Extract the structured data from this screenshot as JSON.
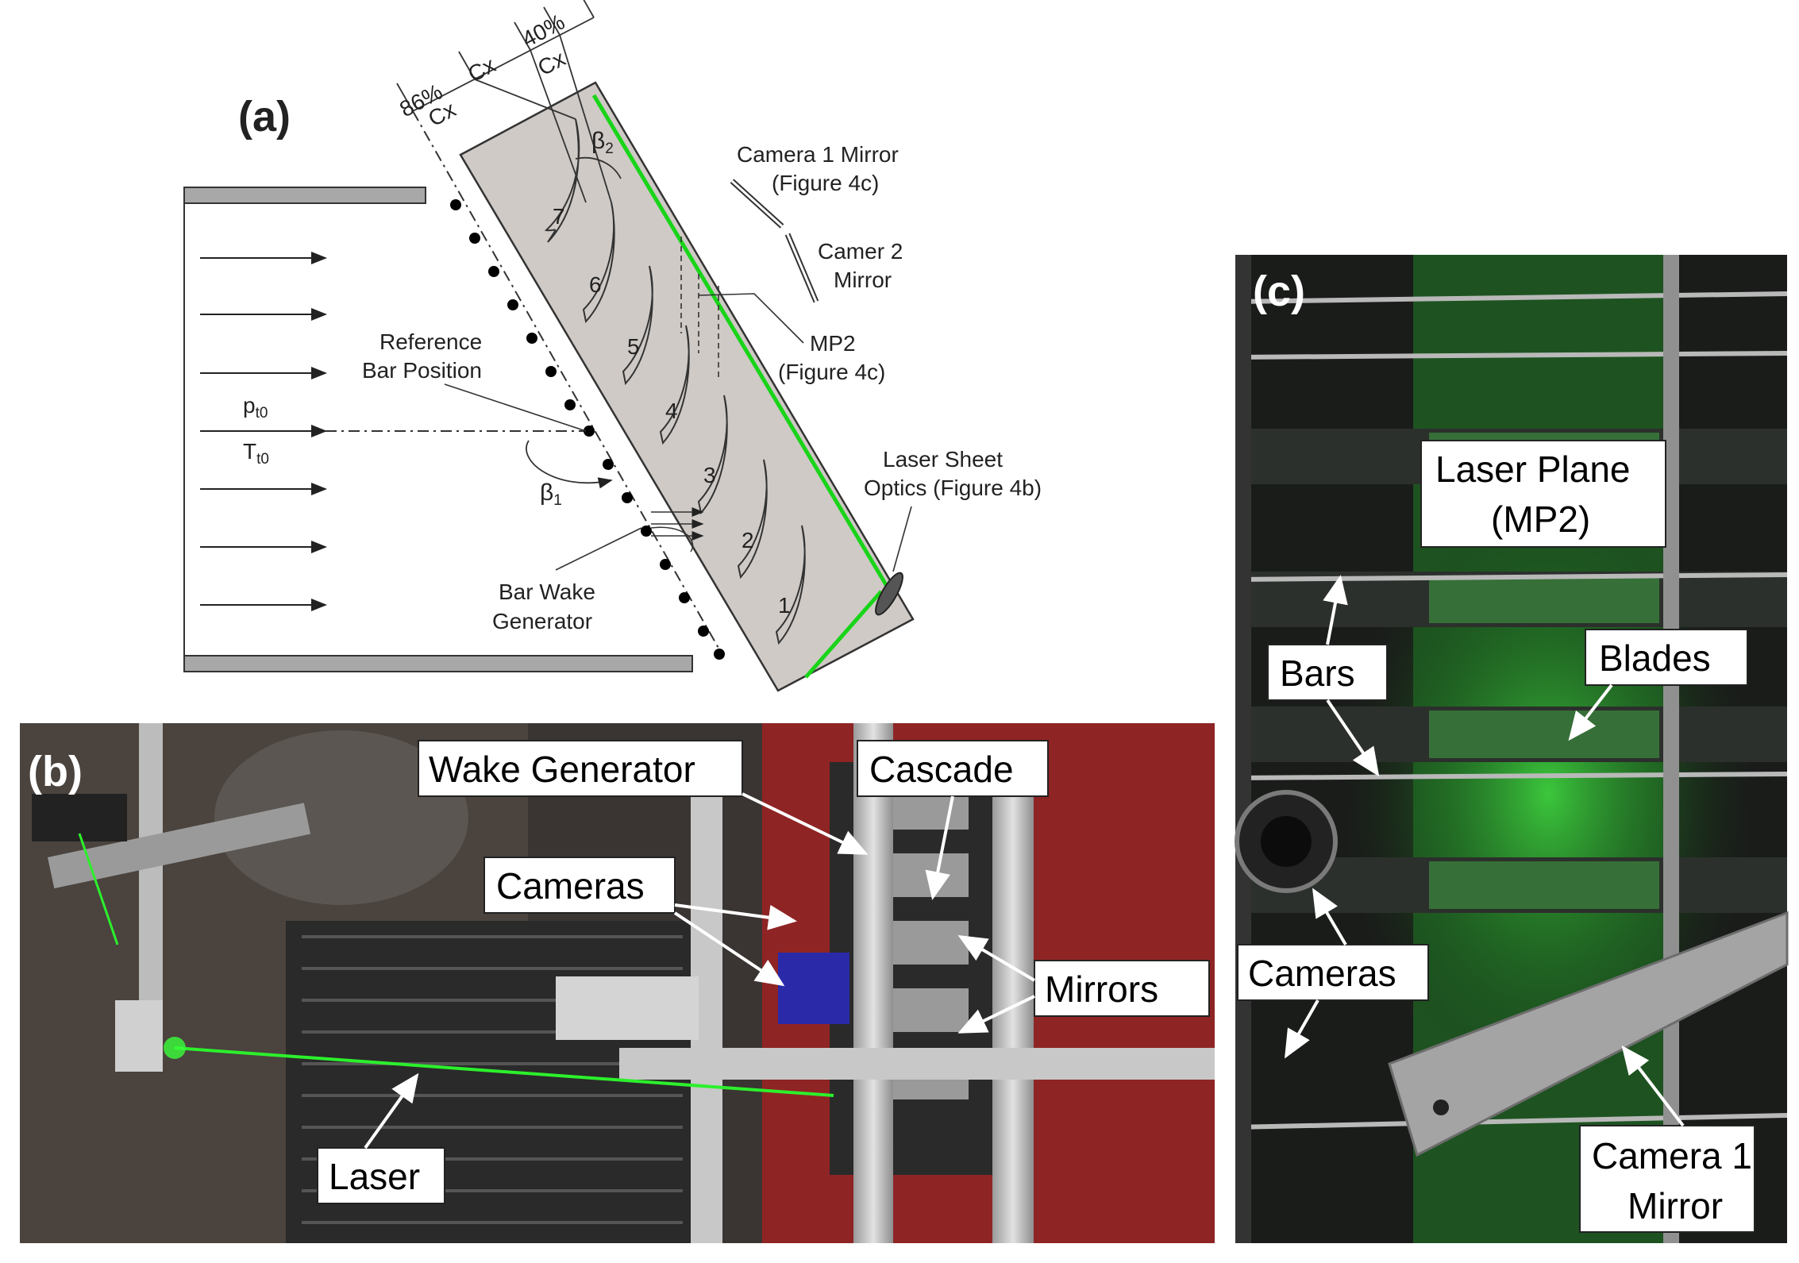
{
  "panel_a": {
    "letter": "(a)",
    "dim_86": "86%",
    "dim_cx_1": "Cx",
    "dim_cx_2": "Cx",
    "dim_40": "40%",
    "dim_cx_3": "Cx",
    "beta2": "β",
    "beta2_sub": "2",
    "beta1": "β",
    "beta1_sub": "1",
    "pt0": "p",
    "pt0_sub": "t0",
    "tt0": "T",
    "tt0_sub": "t0",
    "reference_bar_1": "Reference",
    "reference_bar_2": "Bar Position",
    "bar_wake_1": "Bar Wake",
    "bar_wake_2": "Generator",
    "camera1_mirror_1": "Camera 1 Mirror",
    "camera1_mirror_2": "(Figure 4c)",
    "camera2_mirror_1": "Camer 2",
    "camera2_mirror_2": "Mirror",
    "mp2_1": "MP2",
    "mp2_2": "(Figure 4c)",
    "laser_optics_1": "Laser Sheet",
    "laser_optics_2": "Optics (Figure 4b)",
    "blade_numbers": [
      "1",
      "2",
      "3",
      "4",
      "5",
      "6",
      "7"
    ]
  },
  "panel_b": {
    "letter": "(b)",
    "wake_generator": "Wake Generator",
    "cascade": "Cascade",
    "cameras": "Cameras",
    "mirrors": "Mirrors",
    "laser": "Laser"
  },
  "panel_c": {
    "letter": "(c)",
    "laser_plane_1": "Laser Plane",
    "laser_plane_2": "(MP2)",
    "bars": "Bars",
    "blades": "Blades",
    "cameras": "Cameras",
    "camera1_mirror_1": "Camera 1",
    "camera1_mirror_2": "Mirror"
  },
  "colors": {
    "cascade_fill": "#cfcac6",
    "laser_green": "#19d419",
    "wall_gray": "#a8a8a8",
    "frame_red": "#a62323",
    "photo_dark": "#1a1c1a"
  }
}
